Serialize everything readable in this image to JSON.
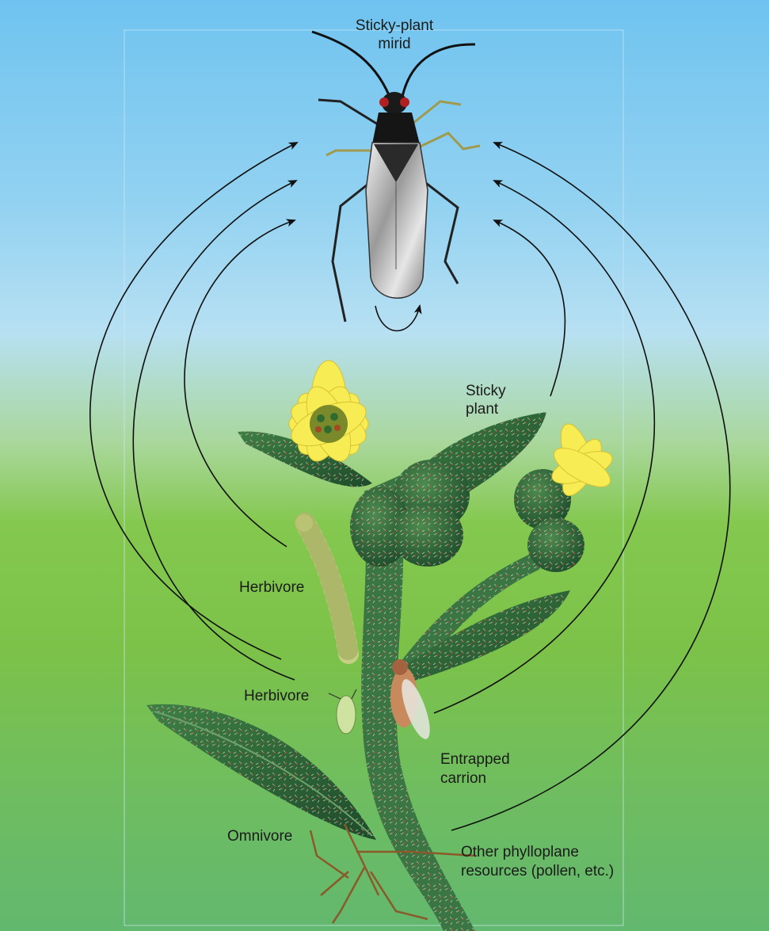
{
  "labels": {
    "mirid": "Sticky-plant mirid",
    "mirid_line1": "Sticky-plant",
    "mirid_line2": "mirid",
    "plant_line1": "Sticky",
    "plant_line2": "plant",
    "herbivore_caterpillar": "Herbivore",
    "herbivore_aphid": "Herbivore",
    "carrion_line1": "Entrapped",
    "carrion_line2": "carrion",
    "omnivore": "Omnivore",
    "phylloplane_line1": "Other phylloplane",
    "phylloplane_line2": "resources (pollen, etc.)"
  },
  "colors": {
    "sky_top": "#6fc3f0",
    "ground": "#7cc249",
    "arrow": "#111111",
    "plant_green": "#2f6b3a",
    "flower_yellow": "#f7e84a"
  }
}
